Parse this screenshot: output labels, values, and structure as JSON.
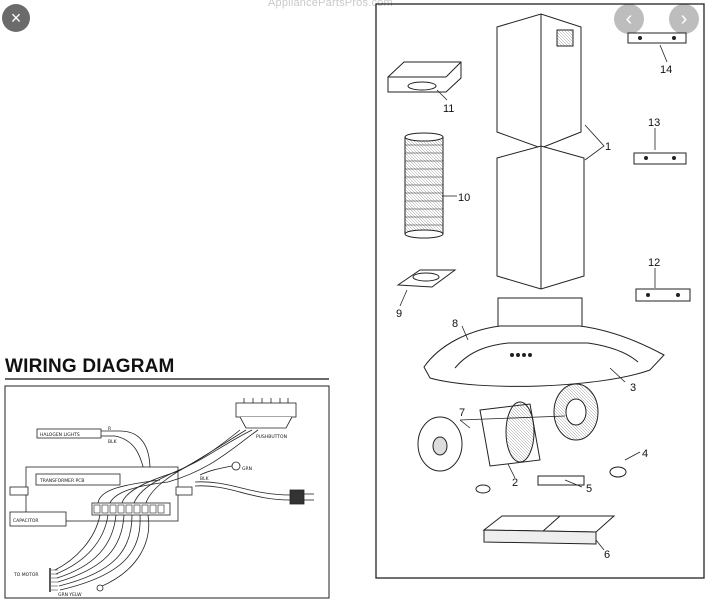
{
  "watermark": "AppliancePartsPros.com",
  "controls": {
    "close_icon": "×",
    "prev_icon": "‹",
    "next_icon": "›"
  },
  "wiring": {
    "title": "WIRING DIAGRAM",
    "halogen_lights": "HALOGEN LIGHTS",
    "transformer_pcb": "TRANSFORMER PCB",
    "capacitor": "CAPACITOR",
    "pushbutton": "PUSHBUTTON",
    "to_motor": "TO MOTOR",
    "grn_yelw": "GRN YELW",
    "grn": "GRN",
    "blk": "BLK",
    "r": "R",
    "blk2": "BLK"
  },
  "parts": {
    "p1": "1",
    "p2": "2",
    "p3": "3",
    "p4": "4",
    "p5": "5",
    "p6": "6",
    "p7": "7",
    "p8": "8",
    "p9": "9",
    "p10": "10",
    "p11": "11",
    "p12": "12",
    "p13": "13",
    "p14": "14"
  }
}
